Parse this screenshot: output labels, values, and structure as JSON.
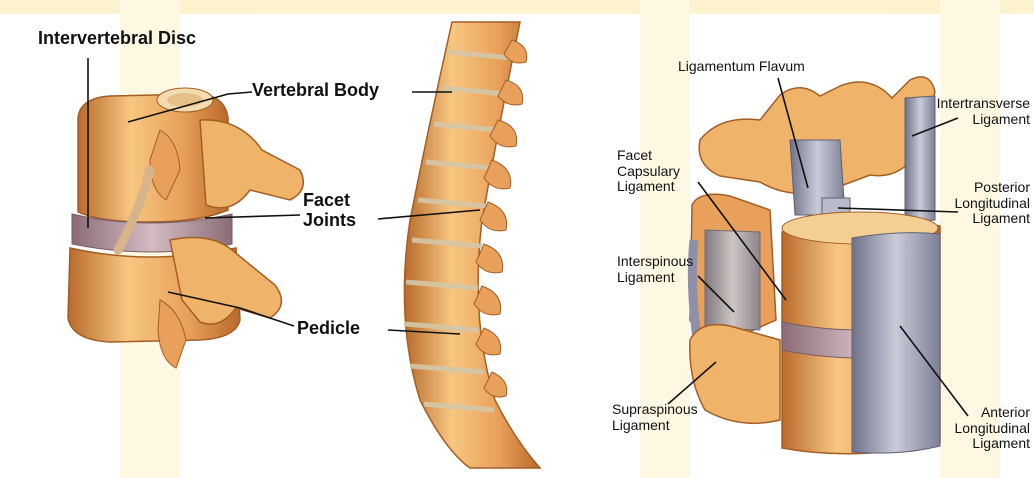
{
  "left_panel": {
    "labels": {
      "intervertebral_disc": "Intervertebral Disc",
      "vertebral_body": "Vertebral Body",
      "facet_joints": "Facet\nJoints",
      "pedicle": "Pedicle"
    }
  },
  "right_panel": {
    "labels": {
      "ligamentum_flavum": "Ligamentum Flavum",
      "intertransverse_ligament": "Intertransverse\nLigament",
      "facet_capsulary_ligament": "Facet\nCapsulary\nLigament",
      "posterior_longitudinal_ligament": "Posterior\nLongitudinal\nLigament",
      "interspinous_ligament": "Interspinous\nLigament",
      "supraspinous_ligament": "Supraspinous\nLigament",
      "anterior_longitudinal_ligament": "Anterior\nLongitudinal\nLigament"
    }
  },
  "colors": {
    "background": "#ffffff",
    "watermark_band": "#fbe9a6",
    "bone_light": "#f7c781",
    "bone_mid": "#e8a05a",
    "bone_dark": "#b86a2c",
    "disc": "#b99aa3",
    "ligament": "#9c9fb3",
    "ligament_light": "#c9cbd8",
    "leader_line": "#111111"
  }
}
